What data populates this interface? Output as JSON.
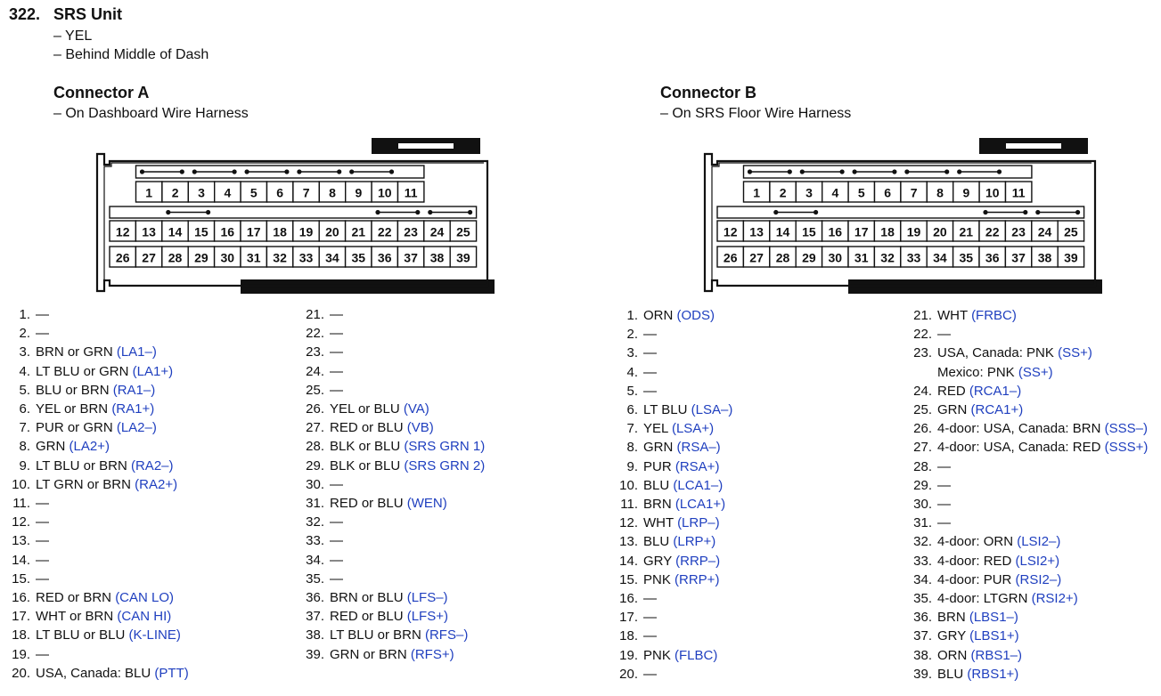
{
  "header": {
    "number": "322.",
    "title": "SRS Unit",
    "lines": [
      "– YEL",
      "– Behind Middle of Dash"
    ]
  },
  "connector_a": {
    "title": "Connector A",
    "location": "– On Dashboard Wire Harness",
    "pins_left": [
      {
        "num": "1.",
        "text": "—",
        "signal": ""
      },
      {
        "num": "2.",
        "text": "—",
        "signal": ""
      },
      {
        "num": "3.",
        "text": "BRN or GRN ",
        "signal": "(LA1–)"
      },
      {
        "num": "4.",
        "text": "LT BLU or GRN ",
        "signal": "(LA1+)"
      },
      {
        "num": "5.",
        "text": "BLU or BRN ",
        "signal": "(RA1–)"
      },
      {
        "num": "6.",
        "text": "YEL or BRN ",
        "signal": "(RA1+)"
      },
      {
        "num": "7.",
        "text": "PUR or GRN ",
        "signal": "(LA2–)"
      },
      {
        "num": "8.",
        "text": "GRN ",
        "signal": "(LA2+)"
      },
      {
        "num": "9.",
        "text": "LT BLU or BRN ",
        "signal": "(RA2–)"
      },
      {
        "num": "10.",
        "text": "LT GRN or BRN ",
        "signal": "(RA2+)"
      },
      {
        "num": "11.",
        "text": "—",
        "signal": ""
      },
      {
        "num": "12.",
        "text": "—",
        "signal": ""
      },
      {
        "num": "13.",
        "text": "—",
        "signal": ""
      },
      {
        "num": "14.",
        "text": "—",
        "signal": ""
      },
      {
        "num": "15.",
        "text": "—",
        "signal": ""
      },
      {
        "num": "16.",
        "text": "RED or BRN ",
        "signal": "(CAN LO)"
      },
      {
        "num": "17.",
        "text": "WHT or BRN ",
        "signal": "(CAN HI)"
      },
      {
        "num": "18.",
        "text": "LT BLU or BLU ",
        "signal": "(K-LINE)"
      },
      {
        "num": "19.",
        "text": "—",
        "signal": ""
      },
      {
        "num": "20.",
        "text": "USA, Canada: BLU ",
        "signal": "(PTT)"
      }
    ],
    "pins_right": [
      {
        "num": "21.",
        "text": "—",
        "signal": ""
      },
      {
        "num": "22.",
        "text": "—",
        "signal": ""
      },
      {
        "num": "23.",
        "text": "—",
        "signal": ""
      },
      {
        "num": "24.",
        "text": "—",
        "signal": ""
      },
      {
        "num": "25.",
        "text": "—",
        "signal": ""
      },
      {
        "num": "26.",
        "text": "YEL or BLU ",
        "signal": "(VA)"
      },
      {
        "num": "27.",
        "text": "RED or BLU ",
        "signal": "(VB)"
      },
      {
        "num": "28.",
        "text": "BLK or BLU ",
        "signal": "(SRS GRN 1)"
      },
      {
        "num": "29.",
        "text": "BLK or BLU ",
        "signal": "(SRS GRN 2)"
      },
      {
        "num": "30.",
        "text": "—",
        "signal": ""
      },
      {
        "num": "31.",
        "text": "RED or BLU ",
        "signal": "(WEN)"
      },
      {
        "num": "32.",
        "text": "—",
        "signal": ""
      },
      {
        "num": "33.",
        "text": "—",
        "signal": ""
      },
      {
        "num": "34.",
        "text": "—",
        "signal": ""
      },
      {
        "num": "35.",
        "text": "—",
        "signal": ""
      },
      {
        "num": "36.",
        "text": "BRN or BLU ",
        "signal": "(LFS–)"
      },
      {
        "num": "37.",
        "text": "RED or BLU ",
        "signal": "(LFS+)"
      },
      {
        "num": "38.",
        "text": "LT BLU or BRN ",
        "signal": "(RFS–)"
      },
      {
        "num": "39.",
        "text": "GRN or BRN ",
        "signal": "(RFS+)"
      }
    ]
  },
  "connector_b": {
    "title": "Connector B",
    "location": "– On SRS Floor Wire Harness",
    "pins_left": [
      {
        "num": "1.",
        "text": "ORN ",
        "signal": "(ODS)"
      },
      {
        "num": "2.",
        "text": "—",
        "signal": ""
      },
      {
        "num": "3.",
        "text": "—",
        "signal": ""
      },
      {
        "num": "4.",
        "text": "—",
        "signal": ""
      },
      {
        "num": "5.",
        "text": "—",
        "signal": ""
      },
      {
        "num": "6.",
        "text": "LT BLU ",
        "signal": "(LSA–)"
      },
      {
        "num": "7.",
        "text": "YEL ",
        "signal": "(LSA+)"
      },
      {
        "num": "8.",
        "text": "GRN ",
        "signal": "(RSA–)"
      },
      {
        "num": "9.",
        "text": "PUR ",
        "signal": "(RSA+)"
      },
      {
        "num": "10.",
        "text": "BLU ",
        "signal": "(LCA1–)"
      },
      {
        "num": "11.",
        "text": "BRN ",
        "signal": "(LCA1+)"
      },
      {
        "num": "12.",
        "text": "WHT ",
        "signal": "(LRP–)"
      },
      {
        "num": "13.",
        "text": "BLU ",
        "signal": "(LRP+)"
      },
      {
        "num": "14.",
        "text": "GRY ",
        "signal": "(RRP–)"
      },
      {
        "num": "15.",
        "text": "PNK ",
        "signal": "(RRP+)"
      },
      {
        "num": "16.",
        "text": "—",
        "signal": ""
      },
      {
        "num": "17.",
        "text": "—",
        "signal": ""
      },
      {
        "num": "18.",
        "text": "—",
        "signal": ""
      },
      {
        "num": "19.",
        "text": "PNK ",
        "signal": "(FLBC)"
      },
      {
        "num": "20.",
        "text": "—",
        "signal": ""
      }
    ],
    "pins_right": [
      {
        "num": "21.",
        "text": "WHT ",
        "signal": "(FRBC)"
      },
      {
        "num": "22.",
        "text": "—",
        "signal": ""
      },
      {
        "num": "23.",
        "text": "USA, Canada: PNK ",
        "signal": "(SS+)"
      },
      {
        "num": "",
        "text": "Mexico: PNK ",
        "signal": "(SS+)"
      },
      {
        "num": "24.",
        "text": "RED ",
        "signal": "(RCA1–)"
      },
      {
        "num": "25.",
        "text": "GRN ",
        "signal": "(RCA1+)"
      },
      {
        "num": "26.",
        "text": "4-door: USA, Canada: BRN ",
        "signal": "(SSS–)"
      },
      {
        "num": "27.",
        "text": "4-door: USA, Canada: RED ",
        "signal": "(SSS+)"
      },
      {
        "num": "28.",
        "text": "—",
        "signal": ""
      },
      {
        "num": "29.",
        "text": "—",
        "signal": ""
      },
      {
        "num": "30.",
        "text": "—",
        "signal": ""
      },
      {
        "num": "31.",
        "text": "—",
        "signal": ""
      },
      {
        "num": "32.",
        "text": "4-door: ORN ",
        "signal": "(LSI2–)"
      },
      {
        "num": "33.",
        "text": "4-door: RED ",
        "signal": "(LSI2+)"
      },
      {
        "num": "34.",
        "text": "4-door: PUR ",
        "signal": "(RSI2–)"
      },
      {
        "num": "35.",
        "text": "4-door: LTGRN  ",
        "signal": "(RSI2+)"
      },
      {
        "num": "36.",
        "text": "BRN ",
        "signal": "(LBS1–)"
      },
      {
        "num": "37.",
        "text": "GRY ",
        "signal": "(LBS1+)"
      },
      {
        "num": "38.",
        "text": "ORN ",
        "signal": "(RBS1–)"
      },
      {
        "num": "39.",
        "text": "BLU ",
        "signal": "(RBS1+)"
      }
    ]
  },
  "diagram_pins": {
    "row1": [
      "1",
      "2",
      "3",
      "4",
      "5",
      "6",
      "7",
      "8",
      "9",
      "10",
      "11"
    ],
    "row2": [
      "12",
      "13",
      "14",
      "15",
      "16",
      "17",
      "18",
      "19",
      "20",
      "21",
      "22",
      "23",
      "24",
      "25"
    ],
    "row3": [
      "26",
      "27",
      "28",
      "29",
      "30",
      "31",
      "32",
      "33",
      "34",
      "35",
      "36",
      "37",
      "38",
      "39"
    ]
  },
  "colors": {
    "signal": "#1f3fbf",
    "ink": "#111111"
  }
}
